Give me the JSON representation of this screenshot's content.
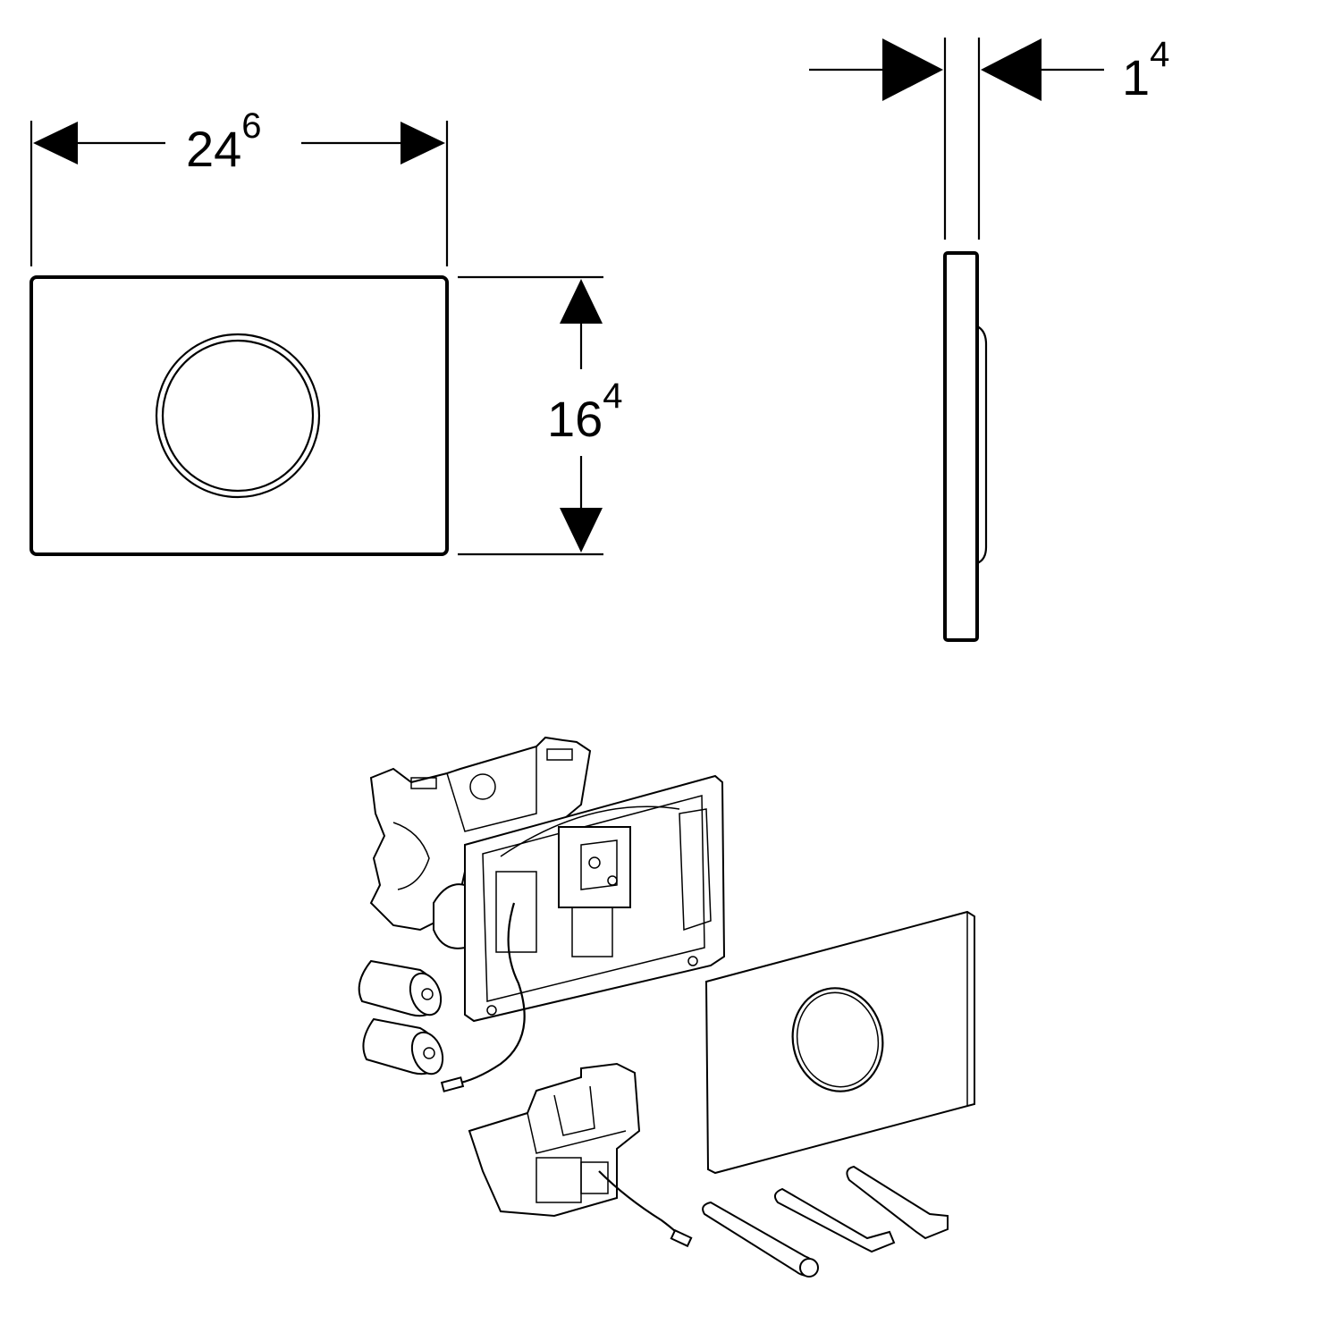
{
  "dimensions": {
    "width": {
      "value": "24",
      "superscript": "6"
    },
    "height": {
      "value": "16",
      "superscript": "4"
    },
    "depth": {
      "value": "1",
      "superscript": "4"
    }
  }
}
